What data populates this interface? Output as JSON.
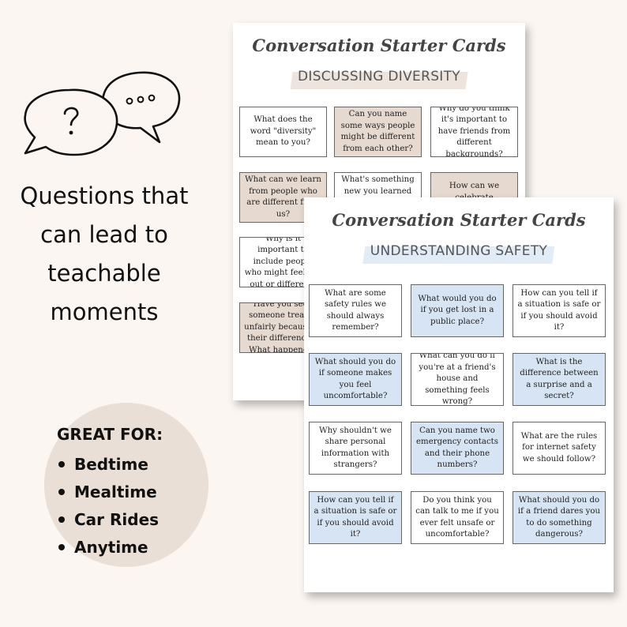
{
  "tagline": [
    "Questions that",
    "can lead to",
    "teachable",
    "moments"
  ],
  "great_for": {
    "title": "GREAT FOR:",
    "items": [
      "Bedtime",
      "Mealtime",
      "Car Rides",
      "Anytime"
    ]
  },
  "sheet_diversity": {
    "title": "Conversation Starter Cards",
    "subtitle": "DISCUSSING DIVERSITY",
    "accent": "#e6d9cf",
    "cards": [
      "What does the word \"diversity\" mean to you?",
      "Can you name some ways people might be different from each other?",
      "Why do you think it's important to have friends from different backgrounds?",
      "What can we learn from people who are different from us?",
      "What's something new you learned from a",
      "How can we celebrate",
      "Why is it important to include people who might feel left out or different?",
      "Have you seen someone treated unfairly because of their differences? What happened?"
    ]
  },
  "sheet_safety": {
    "title": "Conversation Starter Cards",
    "subtitle": "UNDERSTANDING SAFETY",
    "accent": "#d6e4f4",
    "cards": [
      "What are some safety rules we should always remember?",
      "What would you do if you get lost in a public place?",
      "How can you tell if a situation is safe or if you should avoid it?",
      "What should you do if someone makes you feel uncomfortable?",
      "What can you do if you're at a friend's house and something feels wrong?",
      "What is the difference between a surprise and a secret?",
      "Why shouldn't we share personal information with strangers?",
      "Can you name two emergency contacts and their phone numbers?",
      "What are the rules for internet safety we should follow?",
      "How can you tell if a situation is safe or if you should avoid it?",
      "Do you think you can talk to me if you ever felt unsafe or uncomfortable?",
      "What should you do if a friend dares you to do something dangerous?"
    ]
  },
  "icons": {
    "speech_bubbles": "speech-bubbles-icon"
  }
}
